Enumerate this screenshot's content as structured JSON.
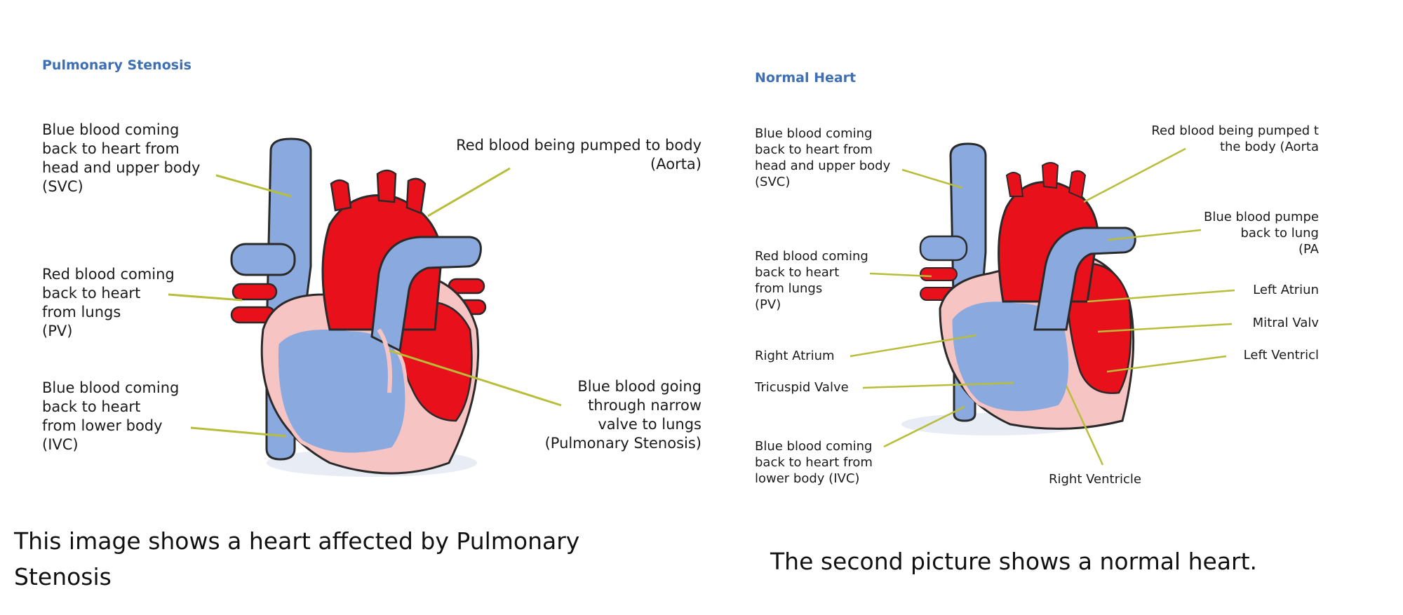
{
  "left_diagram": {
    "title": "Pulmonary Stenosis",
    "labels": {
      "svc": "Blue blood coming\nback to heart from\nhead and upper body\n(SVC)",
      "pv": "Red blood coming\nback to heart\nfrom lungs\n(PV)",
      "ivc": "Blue blood coming\nback to heart\nfrom lower body\n(IVC)",
      "aorta": "Red blood being pumped to body\n(Aorta)",
      "stenosis": "Blue blood going\nthrough narrow\nvalve to lungs\n(Pulmonary Stenosis)"
    },
    "caption": "This image shows a heart affected by Pulmonary\nStenosis"
  },
  "right_diagram": {
    "title": "Normal Heart",
    "labels": {
      "svc": "Blue blood coming\nback to heart from\nhead and upper body\n(SVC)",
      "pv": "Red blood coming\nback to heart\nfrom lungs\n(PV)",
      "right_atrium": "Right Atrium",
      "tricuspid": "Tricuspid Valve",
      "ivc": "Blue blood coming\nback to heart from\nlower body (IVC)",
      "aorta": "Red blood being pumped t\nthe body (Aorta",
      "pa": "Blue blood pumpe\nback to lung\n(PA",
      "left_atrium": "Left Atriun",
      "mitral": "Mitral Valv",
      "left_ventricle": "Left Ventricl",
      "right_ventricle": "Right Ventricle"
    },
    "caption": "The second picture shows a normal heart."
  },
  "colors": {
    "blue_blood": "#8aaadf",
    "red_blood": "#e8101a",
    "pink_wall": "#f7c4c4",
    "outline": "#2a2a2a",
    "leader_line": "#b8bd3a",
    "title_blue": "#3d6fb4"
  }
}
